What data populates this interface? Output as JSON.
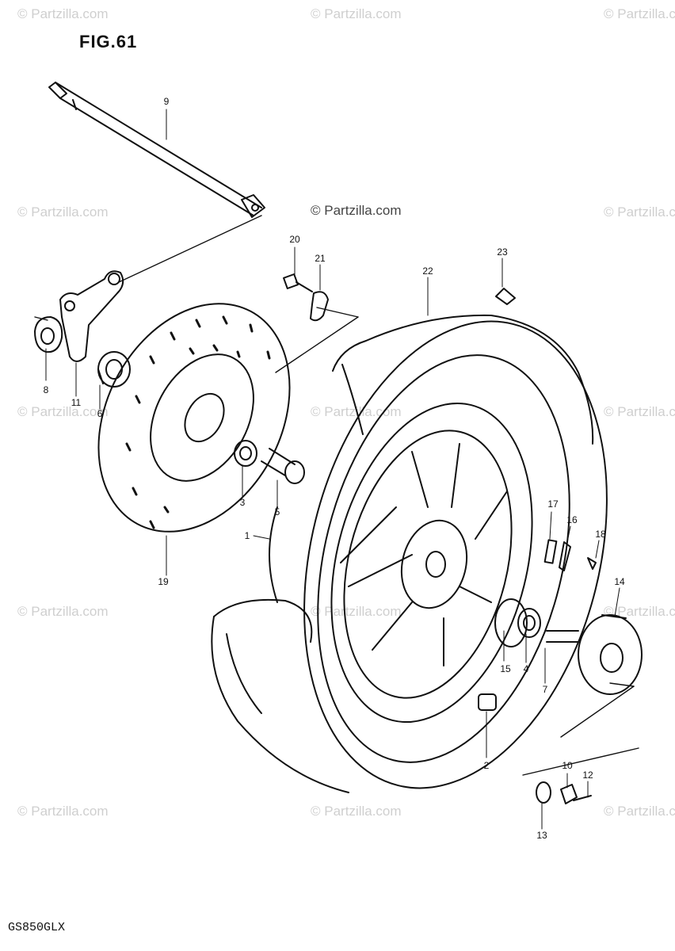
{
  "figure_label": "FIG.61",
  "model_code": "GS850GLX",
  "copyright_center": "© Partzilla.com",
  "watermark_text": "© Partzilla.com",
  "callouts": [
    {
      "id": "1"
    },
    {
      "id": "2"
    },
    {
      "id": "3"
    },
    {
      "id": "4"
    },
    {
      "id": "5"
    },
    {
      "id": "6"
    },
    {
      "id": "7"
    },
    {
      "id": "8"
    },
    {
      "id": "9"
    },
    {
      "id": "10"
    },
    {
      "id": "11"
    },
    {
      "id": "12"
    },
    {
      "id": "13"
    },
    {
      "id": "14"
    },
    {
      "id": "15"
    },
    {
      "id": "16"
    },
    {
      "id": "17"
    },
    {
      "id": "18"
    },
    {
      "id": "19"
    },
    {
      "id": "20"
    },
    {
      "id": "21"
    },
    {
      "id": "22"
    },
    {
      "id": "23"
    }
  ],
  "colors": {
    "line": "#111111",
    "watermark": "#cfcfcf"
  }
}
